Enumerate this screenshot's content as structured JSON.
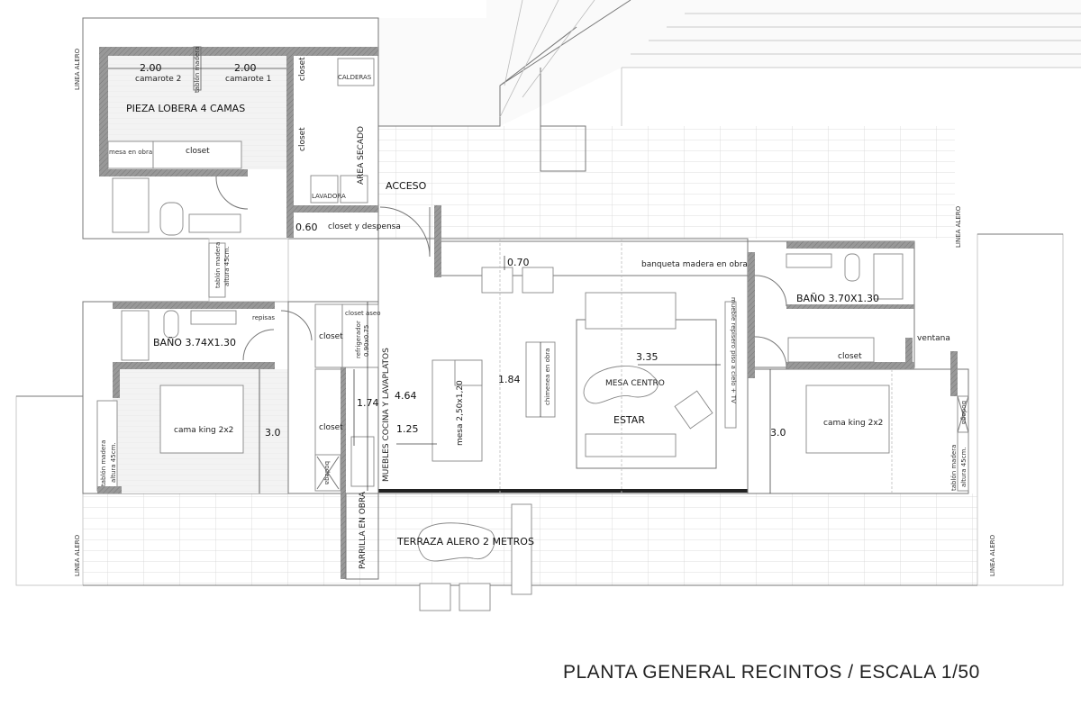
{
  "title": "PLANTA GENERAL RECINTOS  /  ESCALA 1/50",
  "labels": {
    "linea_alero": "LINEA ALERO",
    "pieza_lobera": "PIEZA LOBERA 4 CAMAS",
    "camarote_2": "camarote 2",
    "camarote_1": "camarote 1",
    "dim_2_00": "2.00",
    "tablon_madera": "tablón madera",
    "closet": "closet",
    "calderas": "CALDERAS",
    "area_secado": "AREA SECADO",
    "lavadora": "LAVADORA",
    "acceso": "ACCESO",
    "closet_despensa": "closet y despensa",
    "dim_0_60": "0.60",
    "mesa_en_obra": "mesa en obra",
    "tablon_altura_1": "tablón madera",
    "tablon_altura_2": "altura 45cm.",
    "bano_left": "BAÑO 3.74X1.30",
    "repisas": "repisas",
    "cama_king": "cama king 2x2",
    "dim_3_0": "3.0",
    "closet_aseo": "closet aseo",
    "refrigerador_1": "refrigerador",
    "refrigerador_2": "0.90x0.75",
    "dim_1_74": "1.74",
    "dim_4_64": "4.64",
    "dim_1_25": "1.25",
    "muebles_cocina": "MUEBLES COCINA Y LAVAPLATOS",
    "bodega": "bodega",
    "mesa_comedor": "mesa 2,50x1,20",
    "dim_0_70": "0.70",
    "chimenea": "chimenea en obra",
    "dim_1_84": "1.84",
    "dim_3_35": "3.35",
    "mesa_centro": "MESA CENTRO",
    "estar": "ESTAR",
    "banqueta": "banqueta madera en obra",
    "mueble_repisero": "mueble repisero piso a cielo + TV",
    "bano_right": "BAÑO 3.70X1.30",
    "ventana": "ventana",
    "parrilla": "PARRILLA EN OBRA",
    "terraza": "TERRAZA ALERO 2 METROS"
  }
}
